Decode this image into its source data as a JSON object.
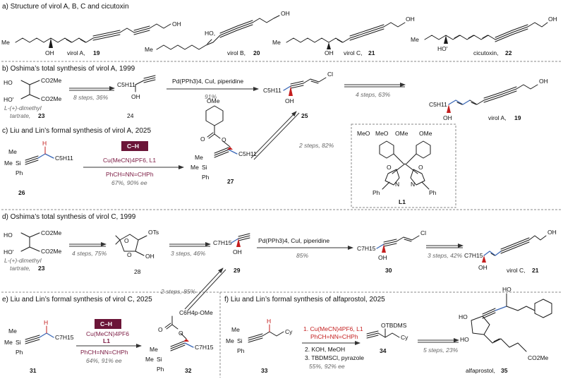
{
  "sections": {
    "a": "a) Structure of virol A, B, C and cicutoxin",
    "b": "b) Oshima’s total synthesis of virol A, 1999",
    "c": "c) Liu and Lin’s formal synthesis of virol A, 2025",
    "d": "d) Oshima’s total synthesis of virol C, 1999",
    "e": "e) Liu and Lin’s formal synthesis of virol C, 2025",
    "f": "f) Liu and Lin’s formal synthesis of alfaprostol, 2025"
  },
  "compounds": {
    "virolA": {
      "name": "virol A,",
      "num": "19"
    },
    "virolB": {
      "name": "virol B,",
      "num": "20"
    },
    "virolC": {
      "name": "virol C,",
      "num": "21"
    },
    "cicutoxin": {
      "name": "cicutoxin,",
      "num": "22"
    },
    "c23_line1": "L-(+)-dimethyl",
    "c23_line2": "tartrate,",
    "c23_num": "23",
    "c24": "24",
    "c25": "25",
    "c26": "26",
    "c27": "27",
    "c28": "28",
    "c29": "29",
    "c30": "30",
    "c31": "31",
    "c32": "32",
    "c33": "33",
    "c34": "34",
    "alfaprostol": {
      "name": "alfaprostol,",
      "num": "35"
    },
    "ligand": "L1"
  },
  "atoms": {
    "me": "Me",
    "oh": "OH",
    "ho": "HO",
    "ho_dot": "HO,",
    "ho_anti": "HO'",
    "co2me": "CO2Me",
    "c5h11": "C5H11",
    "c7h15": "C7H15",
    "cl": "Cl",
    "si": "Si",
    "ph": "Ph",
    "h": "H",
    "o": "O",
    "n": "N",
    "ome": "OMe",
    "meo": "MeO",
    "otbdms": "OTBDMS",
    "cy": "Cy",
    "ots": "OTs",
    "c6h4ome": "C6H4p-OMe",
    "ch_badge": "C–H"
  },
  "reactions": {
    "b1": "8 steps, 36%",
    "b2_reag": "Pd(PPh3)4, CuI, piperidine",
    "b2_yield": "91%",
    "b3": "4 steps, 63%",
    "c_reag1": "Cu(MeCN)4PF6, L1",
    "c_reag2": "PhCH=NN=CHPh",
    "c_yield": "67%, 90% ee",
    "c_up": "2 steps, 82%",
    "d1": "4 steps, 75%",
    "d2": "3 steps, 46%",
    "d3_reag": "Pd(PPh3)4, CuI, piperidine",
    "d3_yield": "85%",
    "d4": "3 steps, 42%",
    "e_reag1": "Cu(MeCN)4PF6",
    "e_reag2": "L1",
    "e_reag3": "PhCH=NN=CHPh",
    "e_yield": "64%, 91% ee",
    "e_up": "2 steps, 85%",
    "f_reag1": "1. Cu(MeCN)4PF6, L1",
    "f_reag2": "PhCH=NN=CHPh",
    "f_reag3": "2. KOH, MeOH",
    "f_reag4": "3. TBDMSCl, pyrazole",
    "f_yield": "55%, 92% ee",
    "f_steps": "5 steps, 23%"
  },
  "colors": {
    "accent_blue": "#3a67b6",
    "badge": "#6b1538",
    "red": "#c41e1e"
  }
}
